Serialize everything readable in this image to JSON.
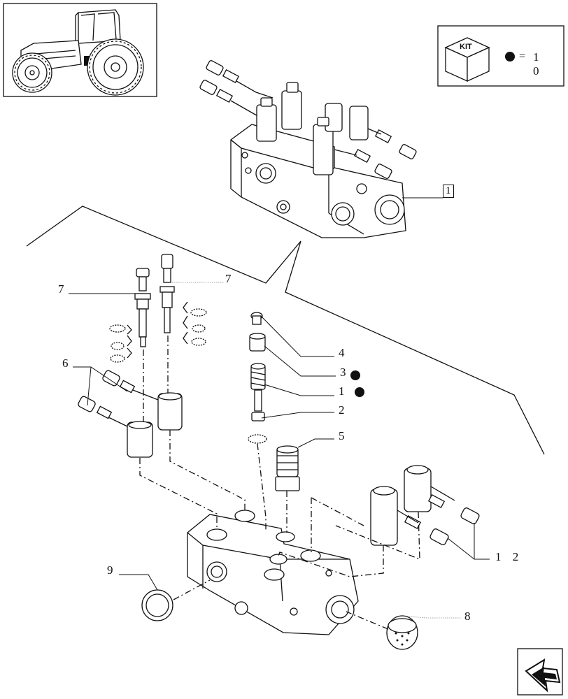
{
  "kit": {
    "label": "KIT",
    "equals": "=",
    "quantity": "1 0"
  },
  "assembly": {
    "ref_label": "1"
  },
  "callouts": [
    {
      "id": "callout-7-left",
      "text": "7"
    },
    {
      "id": "callout-7-right",
      "text": "7"
    },
    {
      "id": "callout-4",
      "text": "4"
    },
    {
      "id": "callout-3",
      "text": "3"
    },
    {
      "id": "callout-1",
      "text": "1 1"
    },
    {
      "id": "callout-2",
      "text": "2"
    },
    {
      "id": "callout-6",
      "text": "6"
    },
    {
      "id": "callout-5",
      "text": "5"
    },
    {
      "id": "callout-12",
      "text": "1 2"
    },
    {
      "id": "callout-9",
      "text": "9"
    },
    {
      "id": "callout-8",
      "text": "8"
    }
  ],
  "icons": [
    "tractor-thumbnail-icon",
    "kit-box-icon",
    "kit-dot-icon",
    "next-page-arrow-icon"
  ]
}
